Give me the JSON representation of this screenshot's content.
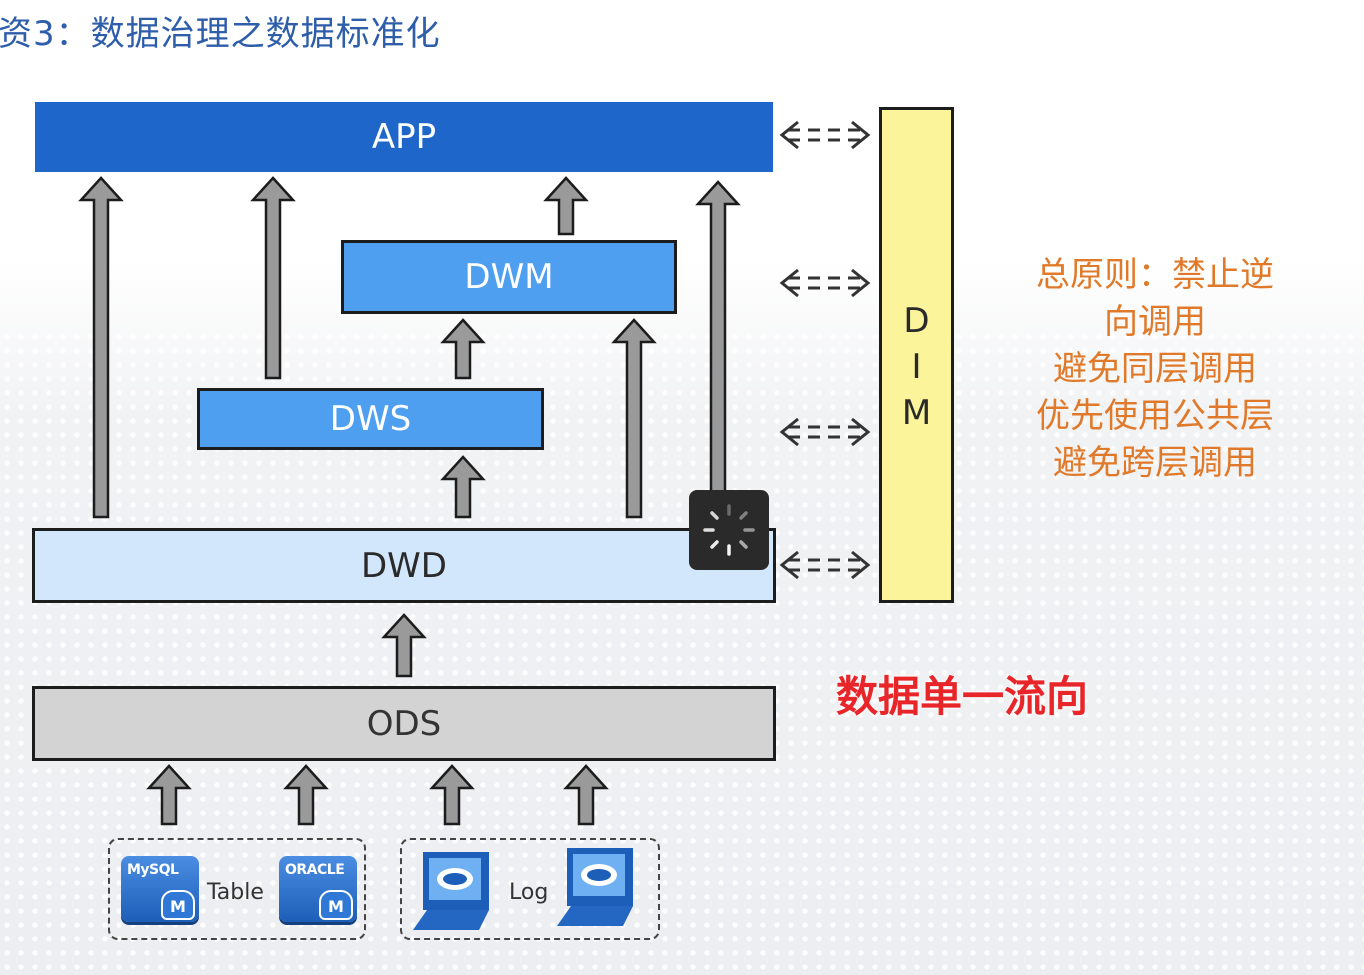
{
  "title": "资3：数据治理之数据标准化",
  "layers": {
    "app": "APP",
    "dwm": "DWM",
    "dws": "DWS",
    "dwd": "DWD",
    "ods": "ODS"
  },
  "dim": [
    "D",
    "I",
    "M"
  ],
  "principles": [
    "总原则：禁止逆",
    "向调用",
    "避免同层调用",
    "优先使用公共层",
    "避免跨层调用"
  ],
  "flow_label": "数据单一流向",
  "sources": {
    "table_label": "Table",
    "log_label": "Log",
    "mysql_label": "MySQL",
    "oracle_label": "ORACLE",
    "db_mark": "M"
  },
  "colors": {
    "app": "#1e66c9",
    "mid": "#4f9ff1",
    "dwd": "#d2e7fc",
    "ods": "#d3d3d3",
    "dim": "#fbf49a",
    "principles": "#e07a2a",
    "flow": "#e8262a",
    "title": "#2e5daa"
  },
  "icons": [
    "up-arrow-icon",
    "bidirectional-dashed-arrow-icon",
    "mysql-database-icon",
    "oracle-database-icon",
    "log-server-icon",
    "loading-spinner-icon"
  ]
}
